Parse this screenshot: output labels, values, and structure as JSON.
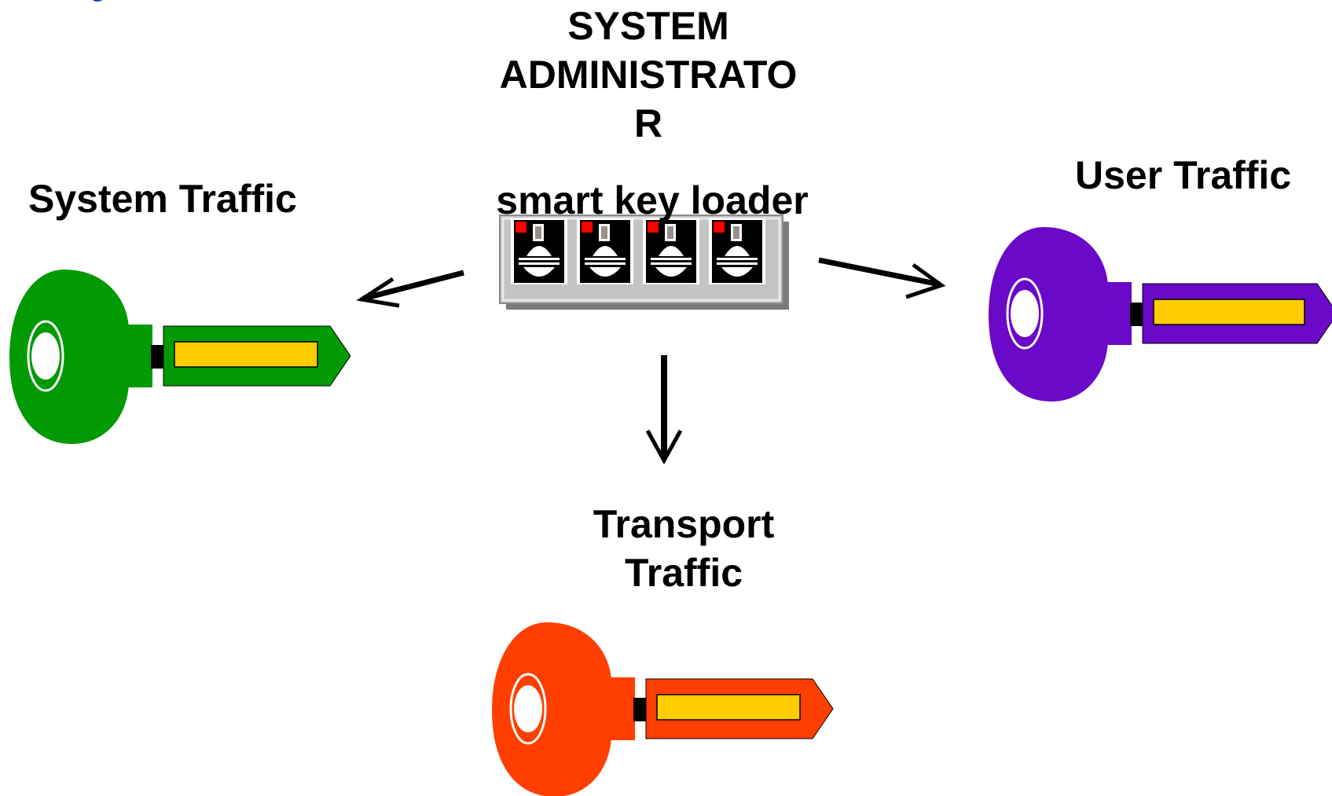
{
  "title": {
    "line1": "SYSTEM",
    "line2": "ADMINISTRATO",
    "line3": "R"
  },
  "loader": {
    "label": "smart key loader",
    "slot_count": 4
  },
  "keys": {
    "system": {
      "label": "System Traffic",
      "color": "#029a04"
    },
    "user": {
      "label": "User Traffic",
      "color": "#6a09c8"
    },
    "transport": {
      "label_line1": "Transport",
      "label_line2": "Traffic",
      "color": "#ff3e00"
    }
  },
  "colors": {
    "key_blade_insert": "#ffcc00",
    "loader_frame": "#c0c0c0",
    "slot_indicator": "#ff0000"
  }
}
